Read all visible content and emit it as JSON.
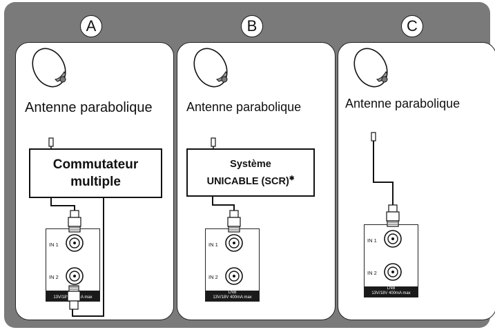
{
  "panels": [
    {
      "letter": "A",
      "antenna_label": "Antenne parabolique",
      "device_line1": "Commutateur",
      "device_line2": "multiple",
      "input1": "IN 1",
      "input2": "IN 2",
      "lnb_title": "LNB",
      "lnb_spec": "13V/18V 400mA max"
    },
    {
      "letter": "B",
      "antenna_label": "Antenne parabolique",
      "device_line1": "Système",
      "device_line2": "UNICABLE (SCR)",
      "device_mark": "✱",
      "input1": "IN 1",
      "input2": "IN 2",
      "lnb_title": "LNB",
      "lnb_spec": "13V/18V 400mA max"
    },
    {
      "letter": "C",
      "antenna_label": "Antenne parabolique",
      "input1": "IN 1",
      "input2": "IN 2",
      "lnb_title": "LNB",
      "lnb_spec": "13V/18V 400mA max"
    }
  ],
  "colors": {
    "frame": "#7a7a7a",
    "ink": "#111111",
    "dish_shade": "#9a9a9a"
  }
}
